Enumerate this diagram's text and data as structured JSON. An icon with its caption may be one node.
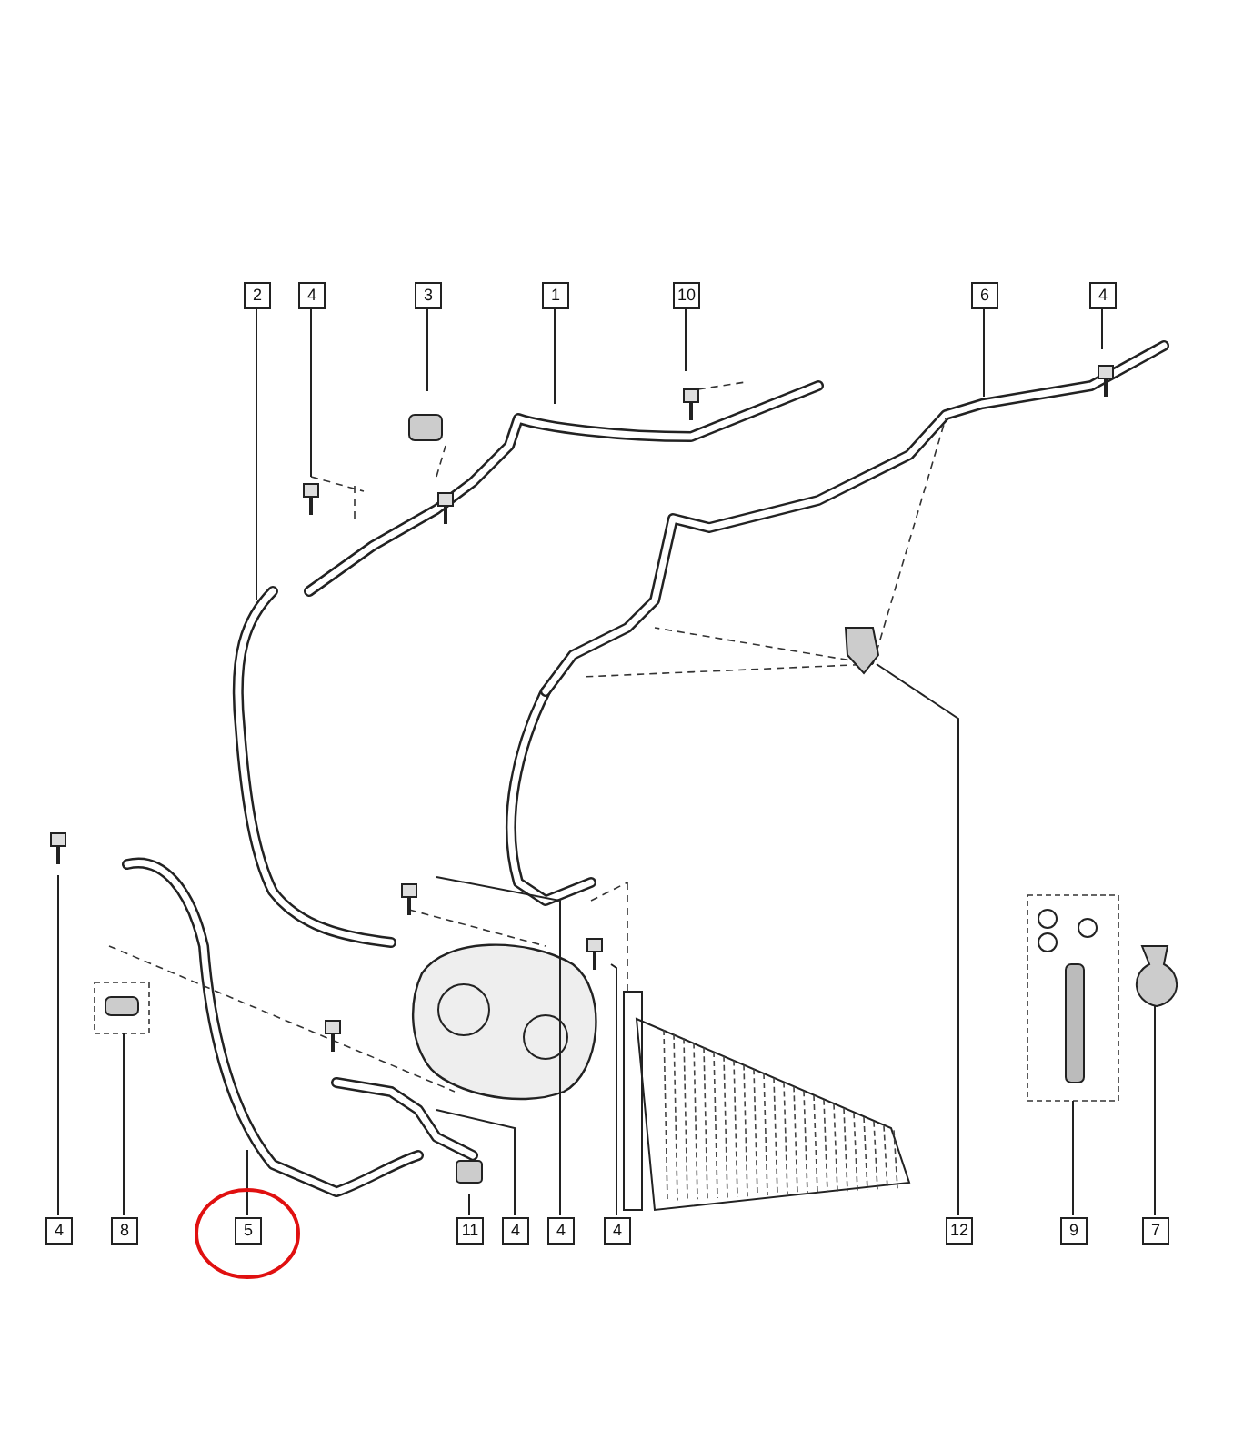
{
  "diagram": {
    "nodes": [
      {
        "text": [
          "2"
        ]
      },
      {
        "text": [
          "4"
        ]
      },
      {
        "text": [
          "3"
        ]
      },
      {
        "text": [
          "1"
        ]
      },
      {
        "text": [
          "10"
        ]
      },
      {
        "text": [
          "6"
        ]
      },
      {
        "text": [
          "4"
        ]
      },
      {
        "text": [
          "4"
        ]
      },
      {
        "text": [
          "8"
        ]
      },
      {
        "text": [
          "5"
        ]
      },
      {
        "text": [
          "11"
        ]
      },
      {
        "text": [
          "4"
        ]
      },
      {
        "text": [
          "4"
        ]
      },
      {
        "text": [
          "4"
        ]
      },
      {
        "text": [
          "12"
        ]
      },
      {
        "text": [
          "9"
        ]
      },
      {
        "text": [
          "7"
        ]
      }
    ],
    "edges": [
      {
        "from": 0,
        "to": null,
        "arrow": "none"
      },
      {
        "from": 1,
        "to": null,
        "arrow": "none"
      },
      {
        "from": 2,
        "to": null,
        "arrow": "none"
      },
      {
        "from": 3,
        "to": null,
        "arrow": "none"
      },
      {
        "from": 4,
        "to": null,
        "arrow": "none"
      },
      {
        "from": 5,
        "to": null,
        "arrow": "none"
      },
      {
        "from": 6,
        "to": null,
        "arrow": "none"
      },
      {
        "from": 7,
        "to": null,
        "arrow": "none"
      },
      {
        "from": 8,
        "to": null,
        "arrow": "none"
      },
      {
        "from": 9,
        "to": null,
        "arrow": "none"
      },
      {
        "from": 10,
        "to": null,
        "arrow": "none"
      },
      {
        "from": 11,
        "to": null,
        "arrow": "none"
      },
      {
        "from": 12,
        "to": null,
        "arrow": "none"
      },
      {
        "from": 13,
        "to": null,
        "arrow": "none"
      },
      {
        "from": 14,
        "to": null,
        "arrow": "none"
      },
      {
        "from": 15,
        "to": null,
        "arrow": "none"
      },
      {
        "from": 16,
        "to": null,
        "arrow": "none"
      }
    ]
  }
}
